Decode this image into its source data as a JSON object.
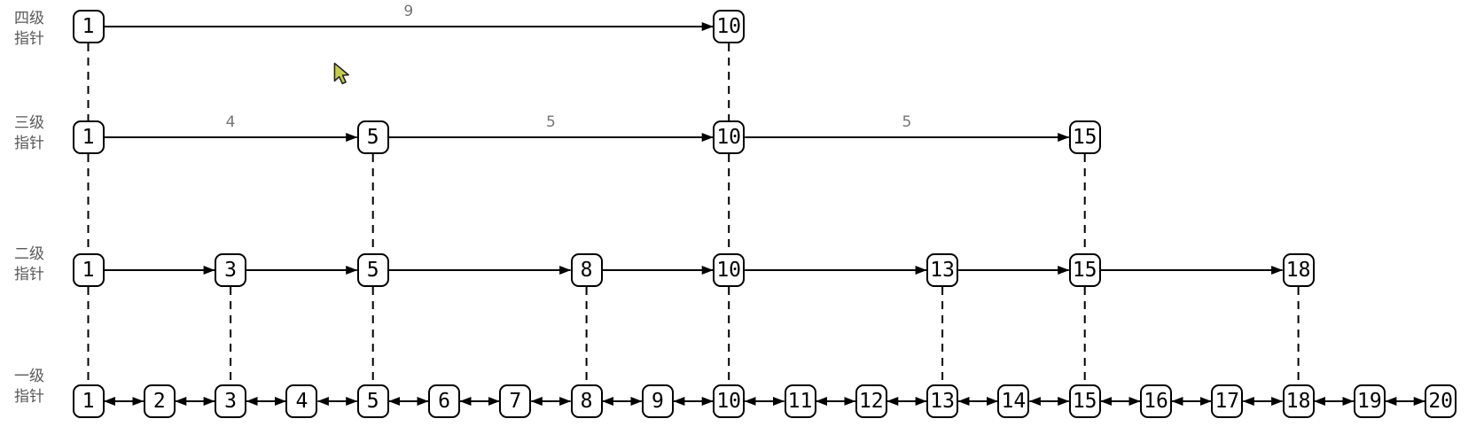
{
  "colors": {
    "background": "#ffffff",
    "line": "#000000",
    "node_border": "#000000",
    "node_text": "#000000",
    "arrow_label": "#757575",
    "level_label": "#595959",
    "cursor_fill": "#c6cd4d",
    "cursor_outline": "#222222"
  },
  "levels": [
    {
      "name": "level-4",
      "label_lines": [
        "四级",
        "指针"
      ],
      "nodes": [
        1,
        10
      ],
      "arrow_labels": [
        "9"
      ],
      "bidirectional": false
    },
    {
      "name": "level-3",
      "label_lines": [
        "三级",
        "指针"
      ],
      "nodes": [
        1,
        5,
        10,
        15
      ],
      "arrow_labels": [
        "4",
        "5",
        "5"
      ],
      "bidirectional": false
    },
    {
      "name": "level-2",
      "label_lines": [
        "二级",
        "指针"
      ],
      "nodes": [
        1,
        3,
        5,
        8,
        10,
        13,
        15,
        18
      ],
      "arrow_labels": [],
      "bidirectional": false
    },
    {
      "name": "level-1",
      "label_lines": [
        "一级",
        "指针"
      ],
      "nodes": [
        1,
        2,
        3,
        4,
        5,
        6,
        7,
        8,
        9,
        10,
        11,
        12,
        13,
        14,
        15,
        16,
        17,
        18,
        19,
        20
      ],
      "arrow_labels": [],
      "bidirectional": true
    }
  ]
}
